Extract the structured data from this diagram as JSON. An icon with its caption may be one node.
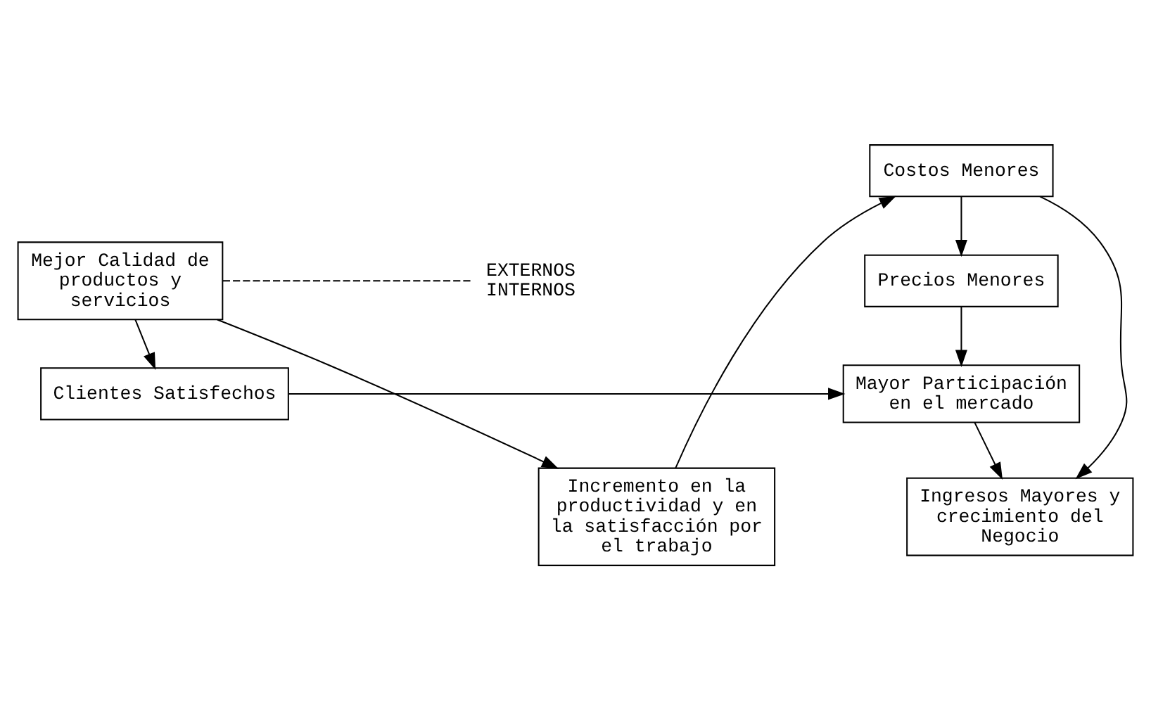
{
  "diagram": {
    "nodes": [
      {
        "text": [
          "Clientes Satisfechos"
        ]
      },
      {
        "text": [
          "Mayor Participación en el mercado"
        ]
      },
      {
        "text": [
          "Precios Menores"
        ]
      },
      {
        "text": [
          "Mejor Calidad de productos y servicios"
        ]
      },
      {
        "text": [
          "Costos Menores"
        ]
      },
      {
        "text": [
          "Incremento en la productividad y en la satisfacción por el trabajo"
        ]
      },
      {
        "text": [
          "Ingresos Mayores y crecimiento del Negocio"
        ]
      }
    ],
    "edges": [
      {
        "from": 0,
        "to": 1,
        "arrow": "to"
      },
      {
        "from": 3,
        "to": 0,
        "arrow": "to"
      },
      {
        "from": 3,
        "to": 5,
        "arrow": "to"
      },
      {
        "from": 5,
        "to": 4,
        "arrow": "to"
      },
      {
        "from": 4,
        "to": 2,
        "arrow": "to"
      },
      {
        "from": 2,
        "to": 1,
        "arrow": "to"
      },
      {
        "from": 1,
        "to": 6,
        "arrow": "to"
      },
      {
        "from": 4,
        "to": 6,
        "arrow": "to"
      }
    ],
    "labels": [
      "EXTERNOS",
      "INTERNOS"
    ]
  }
}
